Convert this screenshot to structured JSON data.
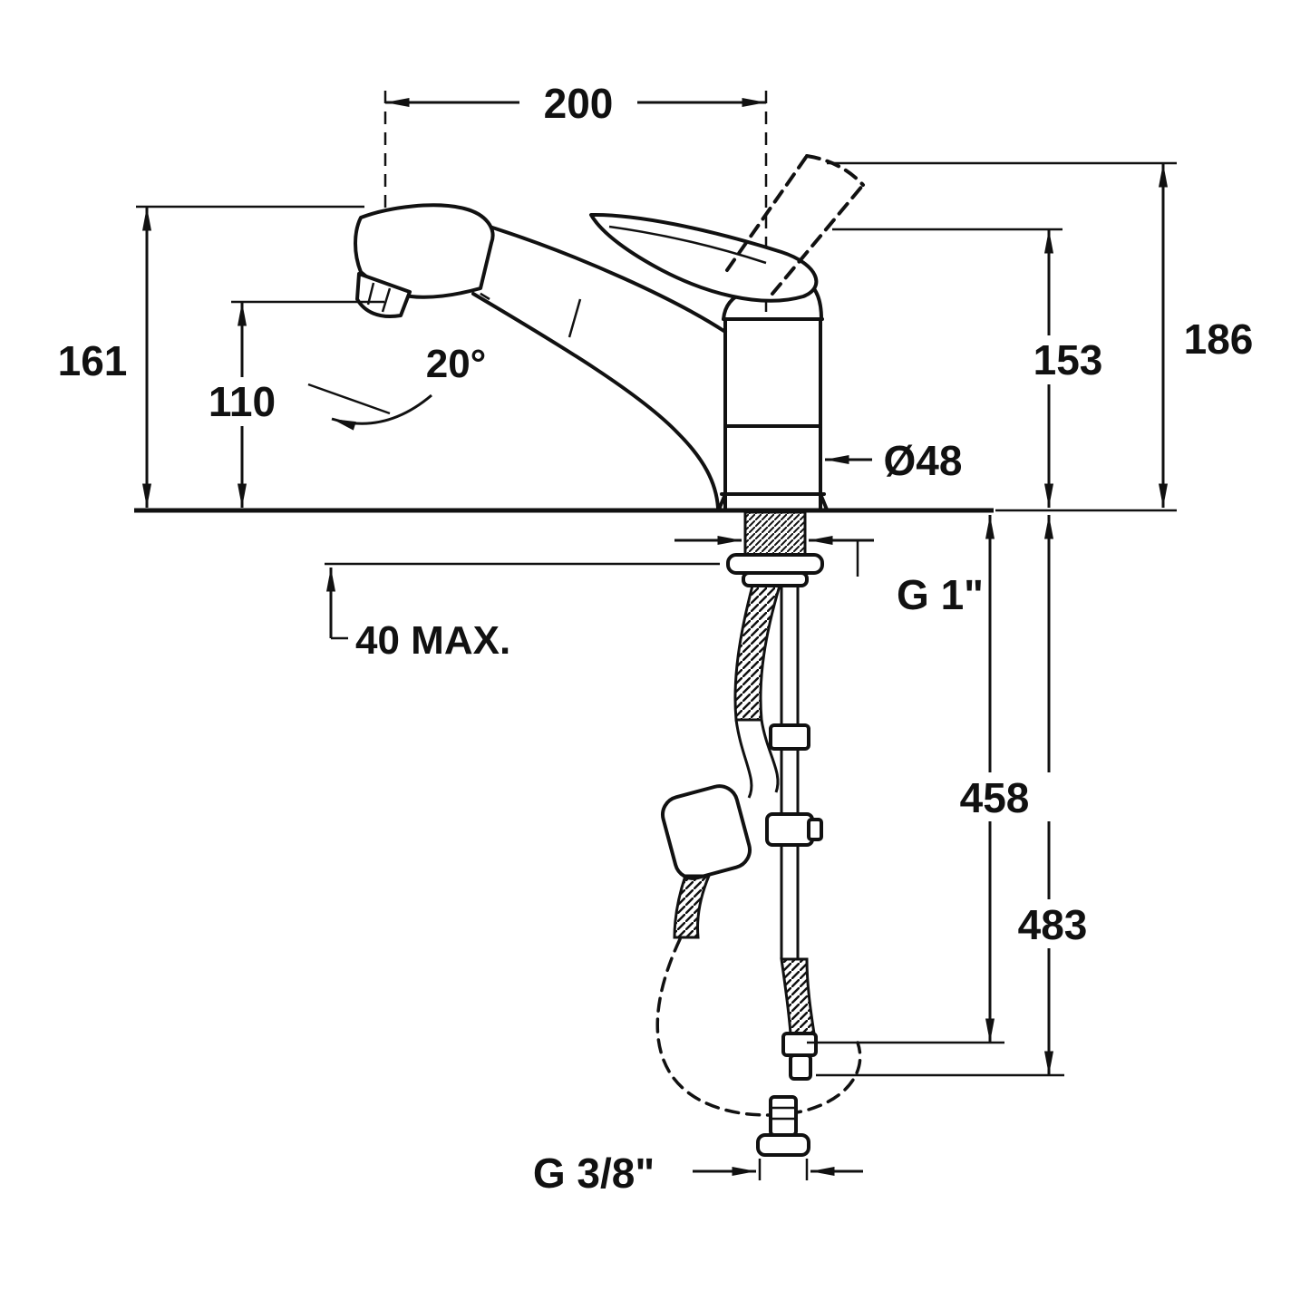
{
  "page": {
    "background": "#ffffff",
    "ink": "#111111"
  },
  "drawing": {
    "subject": "single-lever kitchen mixer tap with pull-out spray, dimensioned technical drawing",
    "dims": {
      "spout_reach": "200",
      "spout_height": "161",
      "outlet_height": "110",
      "spout_angle": "20°",
      "overall_height": "186",
      "body_height": "153",
      "body_diameter": "Ø48",
      "mount_thread": "G 1\"",
      "deck_thickness": "40 MAX.",
      "hose_drop_short": "458",
      "hose_drop_long": "483",
      "supply_thread": "G 3/8\""
    }
  }
}
